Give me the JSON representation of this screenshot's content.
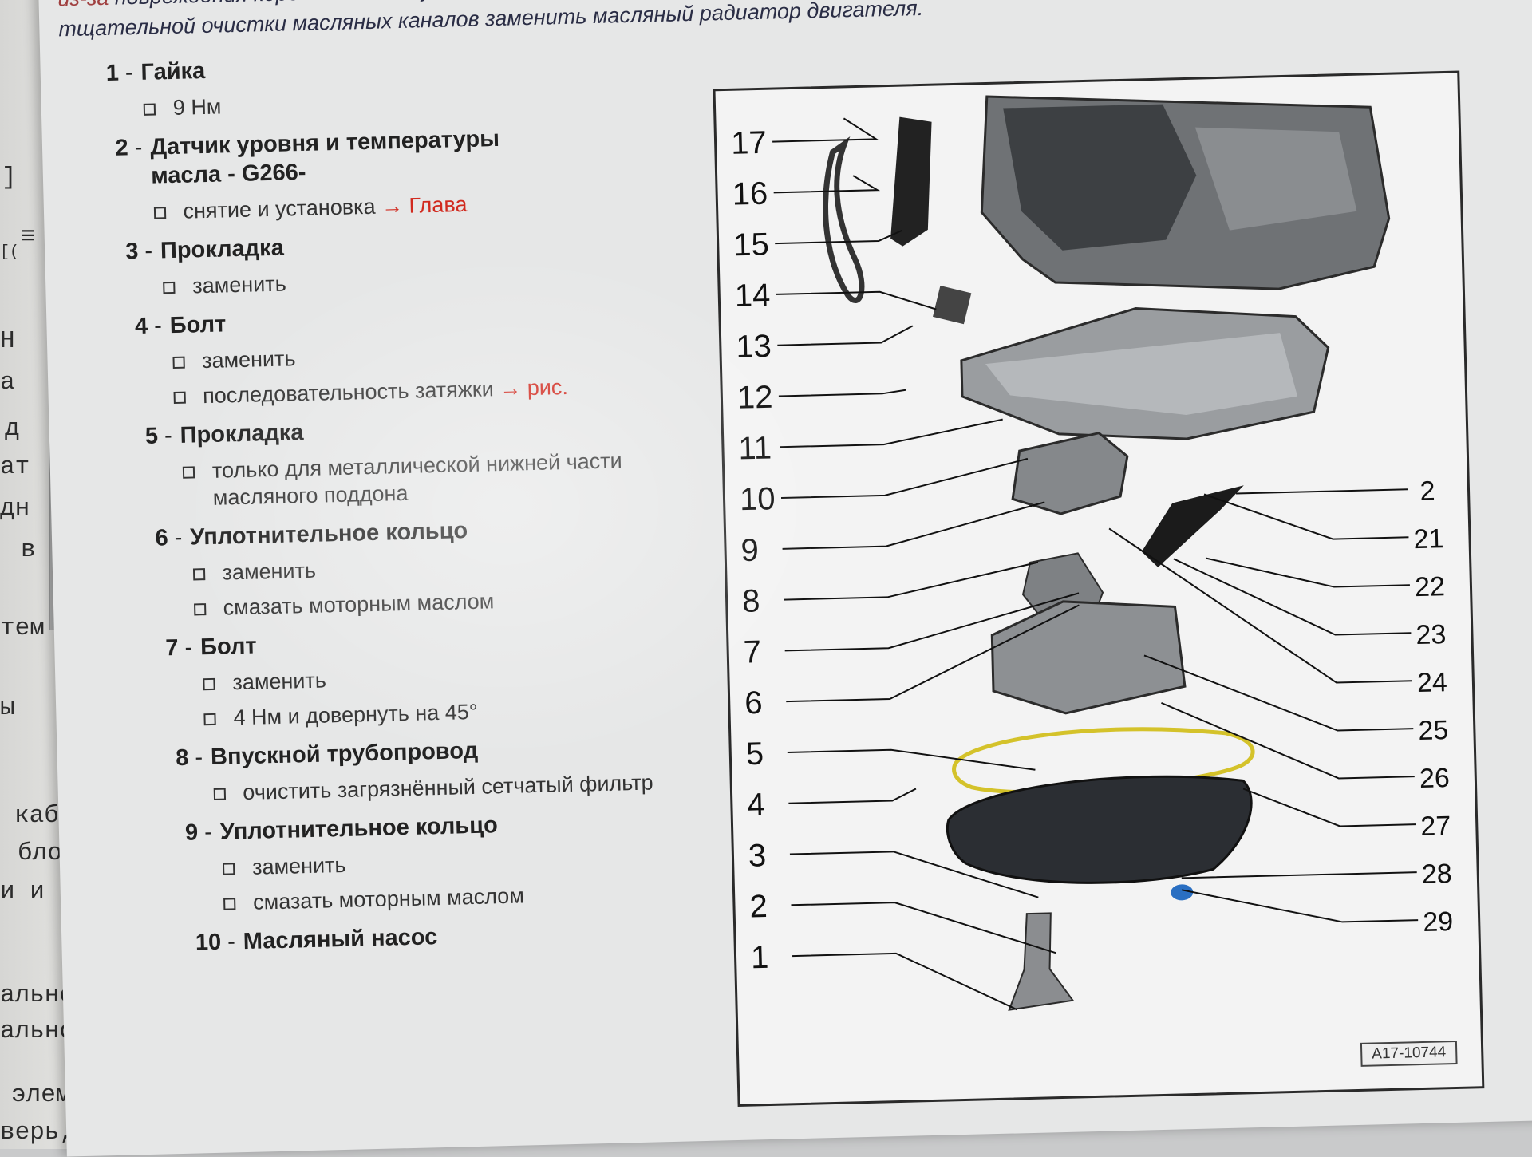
{
  "background_window": {
    "fragments": [
      "]",
      "≡",
      "[(",
      "Н",
      "а",
      "д",
      "ат",
      "дн",
      "в",
      "тем",
      "ы",
      "каб",
      "бло",
      "и и",
      "ально:",
      "ально:",
      "элемен",
      "верь,"
    ]
  },
  "intro": {
    "line1_faded": "из-за",
    "line1": " повреждения коренных и шатунных вкладышей коленвала), то во избежание последующих повреждений необходимо",
    "line2": "тщательной очистки масляных каналов заменить масляный радиатор двигателя."
  },
  "items": [
    {
      "num": "1",
      "title": "Гайка",
      "subs": [
        {
          "text": "9 Нм"
        }
      ]
    },
    {
      "num": "2",
      "title": "Датчик уровня и температуры масла - G266-",
      "subs": [
        {
          "text": "снятие и установка ",
          "link": "→ Глава"
        }
      ]
    },
    {
      "num": "3",
      "title": "Прокладка",
      "subs": [
        {
          "text": "заменить"
        }
      ]
    },
    {
      "num": "4",
      "title": "Болт",
      "subs": [
        {
          "text": "заменить"
        },
        {
          "text": "последовательность затяжки ",
          "link": "→ рис."
        }
      ]
    },
    {
      "num": "5",
      "title": "Прокладка",
      "subs": [
        {
          "text": "только для металлической нижней части масляного поддона"
        }
      ]
    },
    {
      "num": "6",
      "title": "Уплотнительное кольцо",
      "subs": [
        {
          "text": "заменить"
        },
        {
          "text": "смазать моторным маслом"
        }
      ]
    },
    {
      "num": "7",
      "title": "Болт",
      "subs": [
        {
          "text": "заменить"
        },
        {
          "text": "4 Нм и довернуть на 45°"
        }
      ]
    },
    {
      "num": "8",
      "title": "Впускной трубопровод",
      "subs": [
        {
          "text": "очистить загрязнённый сетчатый фильтр"
        }
      ]
    },
    {
      "num": "9",
      "title": "Уплотнительное кольцо",
      "subs": [
        {
          "text": "заменить"
        },
        {
          "text": "смазать моторным маслом"
        }
      ]
    },
    {
      "num": "10",
      "title": "Масляный насос",
      "subs": []
    }
  ],
  "figure": {
    "id": "A17-10744",
    "left_callouts": [
      "17",
      "16",
      "15",
      "14",
      "13",
      "12",
      "11",
      "10",
      "9",
      "8",
      "7",
      "6",
      "5",
      "4",
      "3",
      "2",
      "1"
    ],
    "right_callouts": [
      "2",
      "21",
      "22",
      "23",
      "24",
      "25",
      "26",
      "27",
      "28",
      "29"
    ]
  }
}
